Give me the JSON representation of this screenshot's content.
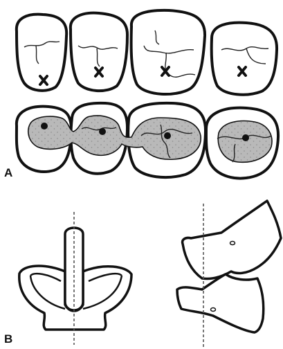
{
  "figure": {
    "panel_a_label": "A",
    "panel_b_label": "B",
    "tooth_marker": "x",
    "colors": {
      "ink": "#111111",
      "contact_fill": "#b5b5b5",
      "contact_dot": "#111111",
      "guide_line": "#555555",
      "background": "#ffffff"
    }
  }
}
